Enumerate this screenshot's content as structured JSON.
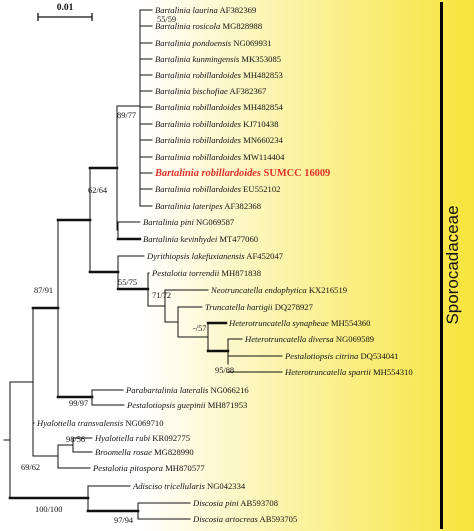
{
  "scale_bar": {
    "label": "0.01"
  },
  "family_label": "Sporocadaceae",
  "colors": {
    "highlight": "#e0312b",
    "background_gradient_end": "#f7e43a",
    "background_gradient_start": "#ffffff",
    "lines": "#111111",
    "family_bar": "#000000"
  },
  "taxa": [
    {
      "species": "Bartalinia laurina",
      "accession": "AF382369"
    },
    {
      "species": "Bartalinia rosicola",
      "accession": "MG828988"
    },
    {
      "species": "Bartalinia pondoensis",
      "accession": "NG069931"
    },
    {
      "species": "Bartalinia kunmingensis",
      "accession": "MK353085"
    },
    {
      "species": "Bartalinia robillardoides",
      "accession": "MH482853"
    },
    {
      "species": "Bartalinia bischofiae",
      "accession": "AF382367"
    },
    {
      "species": "Bartalinia robillardoides",
      "accession": "MH482854"
    },
    {
      "species": "Bartalinia robillardoides",
      "accession": "KJ710438"
    },
    {
      "species": "Bartalinia robillardoides",
      "accession": "MN660234"
    },
    {
      "species": "Bartalinia robillardoides",
      "accession": "MW114404"
    },
    {
      "species": "Bartalinia robillardoides",
      "accession": "SUMCC 16009",
      "highlight": true
    },
    {
      "species": "Bartalinia robillardoides",
      "accession": "EU552102"
    },
    {
      "species": "Bartalinia lateripes",
      "accession": "AF382368"
    },
    {
      "species": "Bartalinia pini",
      "accession": "NG069587"
    },
    {
      "species": "Bartalinia kevinhydei",
      "accession": "MT477060"
    },
    {
      "species": "Dyrithiopsis lakefuxianensis",
      "accession": "AF452047"
    },
    {
      "species": "Pestalotia torrendii",
      "accession": "MH871838"
    },
    {
      "species": "Neotruncatella endophytica",
      "accession": "KX216519"
    },
    {
      "species": "Truncatella hartigii",
      "accession": "DQ278927"
    },
    {
      "species": "Heterotruncatella synapheae",
      "accession": "MH554360"
    },
    {
      "species": "Heterotruncatella diversa",
      "accession": "NG069589"
    },
    {
      "species": "Pestalotiopsis citrina",
      "accession": "DQ534041"
    },
    {
      "species": "Heterotruncatella spartii",
      "accession": "MH554310"
    },
    {
      "species": "Parabartalinia lateralis",
      "accession": "NG066216"
    },
    {
      "species": "Pestalotiopsis guepinii",
      "accession": "MH871953"
    },
    {
      "species": "Hyalotiella transvalensis",
      "accession": "NG069710"
    },
    {
      "species": "Hyalotiella rubi",
      "accession": "KR092775"
    },
    {
      "species": "Broomella rosae",
      "accession": "MG828990"
    },
    {
      "species": "Pestalotia pitospora",
      "accession": "MH870577"
    },
    {
      "species": "Adisciso tricellularis",
      "accession": "NG042334"
    },
    {
      "species": "Discosia pini",
      "accession": "AB593708"
    },
    {
      "species": "Discosia artocreas",
      "accession": "AB593705"
    }
  ],
  "support_values": [
    "55/59",
    "89/77",
    "62/64",
    "55/75",
    "71/72",
    "-/57",
    "95/88",
    "87/91",
    "99/97",
    "98/56",
    "69/62",
    "100/100",
    "97/94"
  ]
}
